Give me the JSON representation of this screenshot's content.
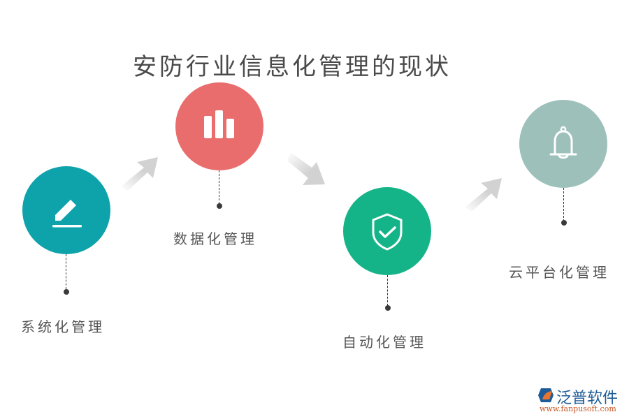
{
  "title": "安防行业信息化管理的现状",
  "steps": [
    {
      "label": "系统化管理",
      "icon": "pencil-icon",
      "color": "#0ea3ab"
    },
    {
      "label": "数据化管理",
      "icon": "bar-chart-icon",
      "color": "#ea6d6e"
    },
    {
      "label": "自动化管理",
      "icon": "shield-check-icon",
      "color": "#15b488"
    },
    {
      "label": "云平台化管理",
      "icon": "bell-icon",
      "color": "#9dc0bb"
    }
  ],
  "arrow_color": "#cfcfcf",
  "logo": {
    "brand": "泛普软件",
    "url": "www.fanpusoft.com"
  }
}
